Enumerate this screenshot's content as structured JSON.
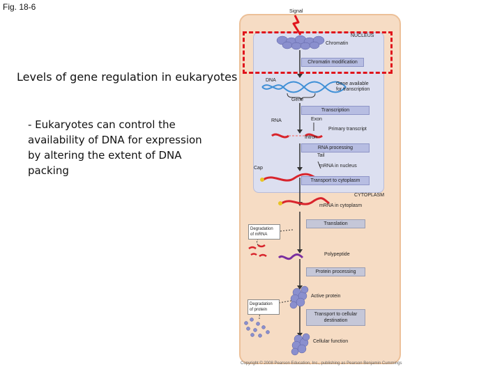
{
  "header": {
    "fig_label": "Fig. 18-6"
  },
  "left_text": {
    "title": "Levels of gene regulation in eukaryotes",
    "bullet": "- Eukaryotes can control the availability of DNA for expression by altering the extent of DNA packing"
  },
  "diagram": {
    "signal": "Signal",
    "nucleus": "NUCLEUS",
    "chromatin": "Chromatin",
    "chromatin_modification": "Chromatin modification",
    "dna": "DNA",
    "gene_available": "Gene available\nfor transcription",
    "gene": "Gene",
    "transcription": "Transcription",
    "rna": "RNA",
    "exon": "Exon",
    "primary_transcript": "Primary transcript",
    "intron": "Intron",
    "rna_processing": "RNA processing",
    "tail": "Tail",
    "cap": "Cap",
    "mrna_nucleus": "mRNA in nucleus",
    "transport_cytoplasm": "Transport to cytoplasm",
    "cytoplasm": "CYTOPLASM",
    "mrna_cytoplasm": "mRNA in cytoplasm",
    "translation": "Translation",
    "degradation_mrna": "Degradation\nof mRNA",
    "polypeptide": "Polypeptide",
    "protein_processing": "Protein processing",
    "active_protein": "Active protein",
    "degradation_protein": "Degradation\nof protein",
    "transport_cellular": "Transport to cellular\ndestination",
    "cellular_function": "Cellular function",
    "copyright": "Copyright © 2008 Pearson Education, Inc., publishing as Pearson Benjamin Cummings"
  },
  "colors": {
    "highlight": "#e0141c",
    "cell": "#f6dcc4",
    "nucleus": "#dcdff0",
    "step_box": "#b7bde2",
    "rna": "#d8242c",
    "dna": "#3f8fd6",
    "protein": "#8a8fce"
  }
}
